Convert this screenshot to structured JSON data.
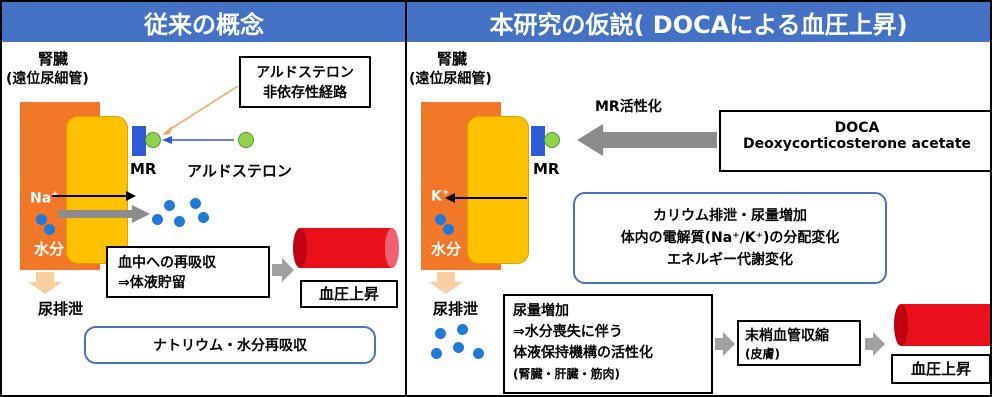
{
  "left": {
    "title": "従来の概念",
    "kidney_label": "腎臓",
    "tubule_label": "(遠位尿細管)",
    "pathway_line1": "アルドステロン",
    "pathway_line2": "非依存性経路",
    "mr_label": "MR",
    "aldosterone_label": "アルドステロン",
    "na_ion": "Na",
    "na_charge": "+",
    "water_label": "水分",
    "urine_label": "尿排泄",
    "reabsorb_line1": "血中への再吸収",
    "reabsorb_line2": "⇒体液貯留",
    "bp_label": "血圧上昇",
    "summary": "ナトリウム・水分再吸収"
  },
  "right": {
    "title": "本研究の仮説( DOCAによる血圧上昇)",
    "kidney_label": "腎臓",
    "tubule_label": "(遠位尿細管)",
    "mr_activation": "MR活性化",
    "mr_label": "MR",
    "doca_line1": "DOCA",
    "doca_line2": "Deoxycorticosterone acetate",
    "k_ion": "K",
    "k_charge": "+",
    "water_label": "水分",
    "urine_label": "尿排泄",
    "effects_line1": "カリウム排泄・尿量増加",
    "effects_line2": "体内の電解質(Na⁺/K⁺)の分配変化",
    "effects_line3": "エネルギー代謝変化",
    "urine_box_line1": "尿量増加",
    "urine_box_line2": "⇒水分喪失に伴う",
    "urine_box_line3": "体液保持機構の活性化",
    "urine_box_line4": "(腎臓・肝臓・筋肉)",
    "vaso_line1": "末梢血管収縮",
    "vaso_line2": "(皮膚)",
    "bp_label": "血圧上昇"
  },
  "colors": {
    "title_bar": "#4472c4",
    "kidney": "#f07828",
    "cell": "#ffc000",
    "receptor": "#2e5bd6",
    "ligand": "#92d050",
    "water_dot": "#1f7ad8",
    "vessel": "#e8101a",
    "gray_arrow": "#8c8c8c",
    "orange_arrow": "#f4a460"
  }
}
